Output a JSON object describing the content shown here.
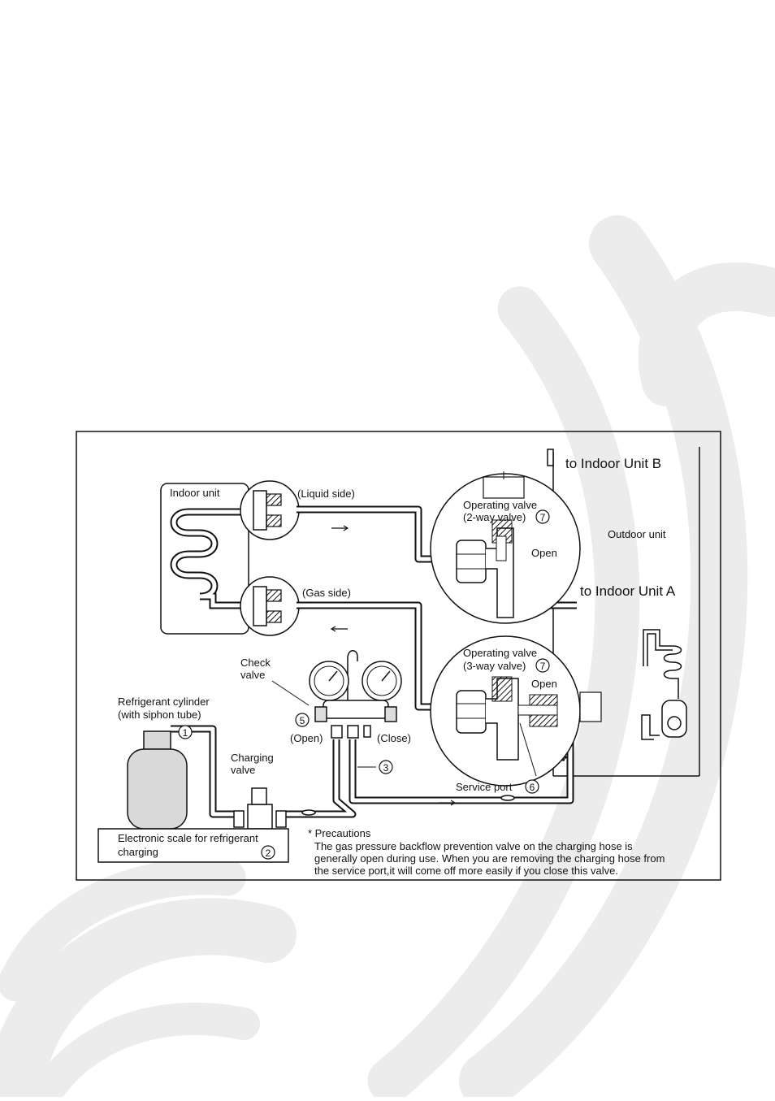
{
  "labels": {
    "indoor_unit": "Indoor unit",
    "liquid_side": "(Liquid side)",
    "gas_side": "(Gas side)",
    "to_indoor_b": "to Indoor Unit  B",
    "to_indoor_a": "to Indoor Unit  A",
    "outdoor_unit": "Outdoor unit",
    "op_valve_2way_l1": "Operating valve",
    "op_valve_2way_l2": "(2-way valve)",
    "op_valve_3way_l1": "Operating valve",
    "op_valve_3way_l2": "(3-way valve)",
    "open_upper": "Open",
    "open_lower": "Open",
    "check_valve_l1": "Check",
    "check_valve_l2": "valve",
    "cylinder_l1": "Refrigerant cylinder",
    "cylinder_l2": "(with siphon tube)",
    "charging_valve_l1": "Charging",
    "charging_valve_l2": "valve",
    "scale_l1": "Electronic scale for refrigerant",
    "scale_l2": "charging",
    "open_paren": "(Open)",
    "close_paren": "(Close)",
    "service_port": "Service port",
    "precautions_title": "* Precautions",
    "precautions_l1": "The gas pressure backflow prevention valve on the charging hose is",
    "precautions_l2": "generally open during use. When you are removing the charging hose from",
    "precautions_l3": "the service port,it will come off more easily if you close this valve."
  },
  "numbers": {
    "n1": "1",
    "n2": "2",
    "n3": "3",
    "n5": "5",
    "n6": "6",
    "n7a": "7",
    "n7b": "7"
  },
  "colors": {
    "line": "#111111",
    "watermark": "#e9e9e9",
    "cylinder_fill": "#d9d9d9"
  }
}
